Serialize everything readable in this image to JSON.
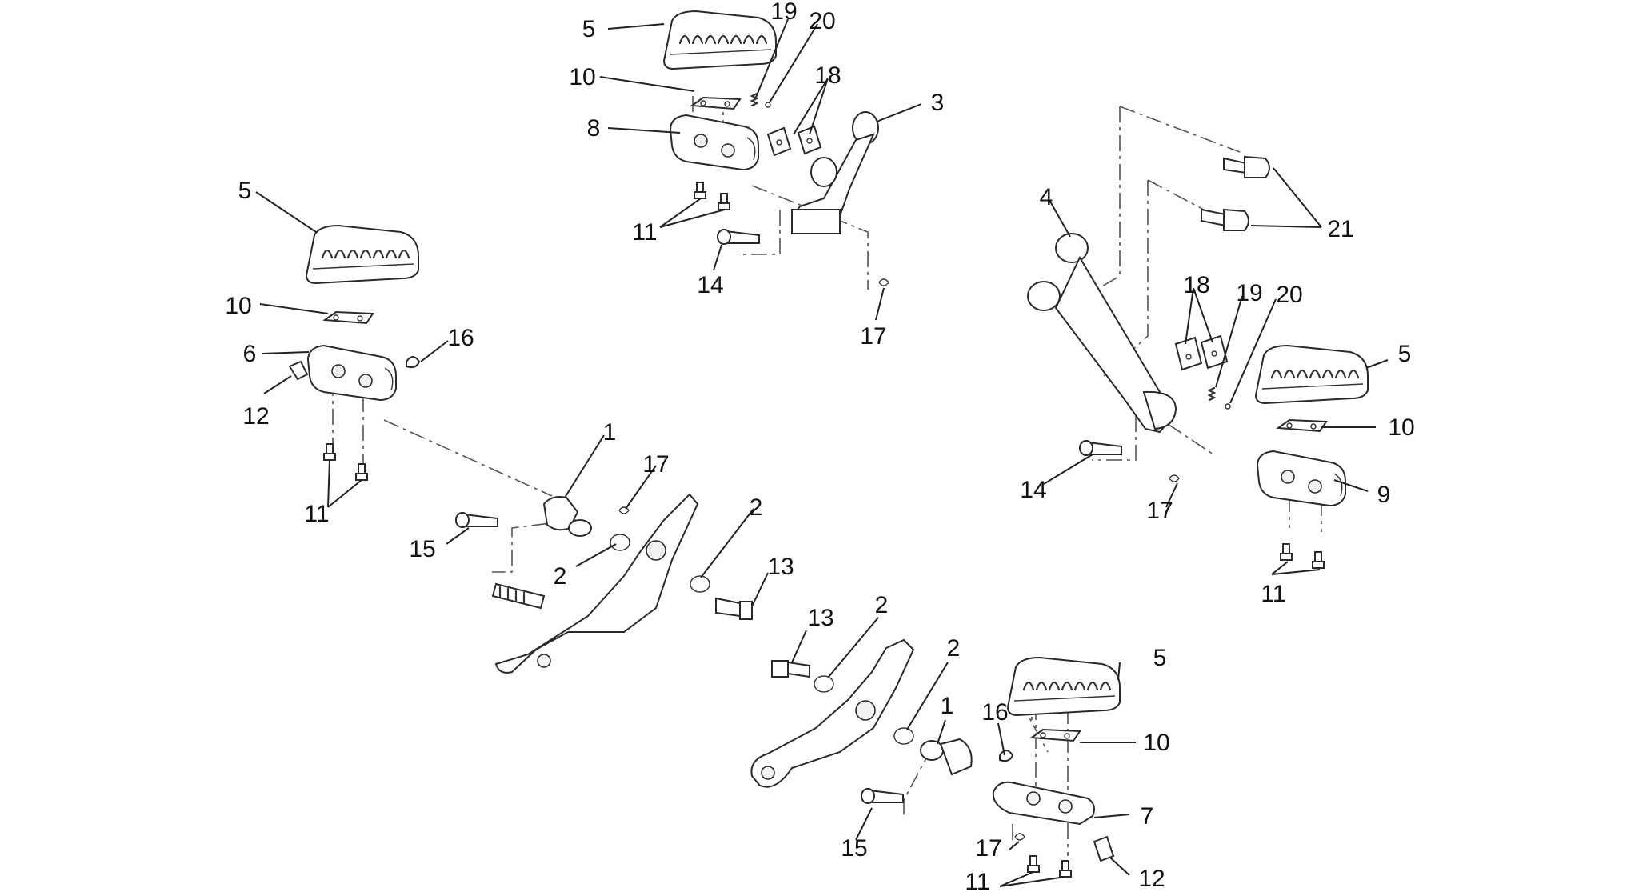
{
  "diagram": {
    "callouts": [
      {
        "id": "c-5-top",
        "text": "5"
      },
      {
        "id": "c-19-top",
        "text": "19"
      },
      {
        "id": "c-20-top",
        "text": "20"
      },
      {
        "id": "c-10-top",
        "text": "10"
      },
      {
        "id": "c-18-top",
        "text": "18"
      },
      {
        "id": "c-3",
        "text": "3"
      },
      {
        "id": "c-8",
        "text": "8"
      },
      {
        "id": "c-11-top",
        "text": "11"
      },
      {
        "id": "c-14-top",
        "text": "14"
      },
      {
        "id": "c-17-top",
        "text": "17"
      },
      {
        "id": "c-5-left",
        "text": "5"
      },
      {
        "id": "c-10-left",
        "text": "10"
      },
      {
        "id": "c-16-left",
        "text": "16"
      },
      {
        "id": "c-6",
        "text": "6"
      },
      {
        "id": "c-12-left",
        "text": "12"
      },
      {
        "id": "c-11-left",
        "text": "11"
      },
      {
        "id": "c-1-mid",
        "text": "1"
      },
      {
        "id": "c-17-mid",
        "text": "17"
      },
      {
        "id": "c-15-mid",
        "text": "15"
      },
      {
        "id": "c-2-mid-a",
        "text": "2"
      },
      {
        "id": "c-2-mid-b",
        "text": "2"
      },
      {
        "id": "c-13-mid",
        "text": "13"
      },
      {
        "id": "c-4",
        "text": "4"
      },
      {
        "id": "c-21",
        "text": "21"
      },
      {
        "id": "c-18-right",
        "text": "18"
      },
      {
        "id": "c-19-right",
        "text": "19"
      },
      {
        "id": "c-20-right",
        "text": "20"
      },
      {
        "id": "c-5-right",
        "text": "5"
      },
      {
        "id": "c-10-right",
        "text": "10"
      },
      {
        "id": "c-14-right",
        "text": "14"
      },
      {
        "id": "c-17-right",
        "text": "17"
      },
      {
        "id": "c-9",
        "text": "9"
      },
      {
        "id": "c-11-right",
        "text": "11"
      },
      {
        "id": "c-13-low",
        "text": "13"
      },
      {
        "id": "c-2-low-a",
        "text": "2"
      },
      {
        "id": "c-2-low-b",
        "text": "2"
      },
      {
        "id": "c-1-low",
        "text": "1"
      },
      {
        "id": "c-5-low",
        "text": "5"
      },
      {
        "id": "c-16-low",
        "text": "16"
      },
      {
        "id": "c-10-low",
        "text": "10"
      },
      {
        "id": "c-7",
        "text": "7"
      },
      {
        "id": "c-15-low",
        "text": "15"
      },
      {
        "id": "c-17-low",
        "text": "17"
      },
      {
        "id": "c-11-low",
        "text": "11"
      },
      {
        "id": "c-12-low",
        "text": "12"
      }
    ]
  }
}
